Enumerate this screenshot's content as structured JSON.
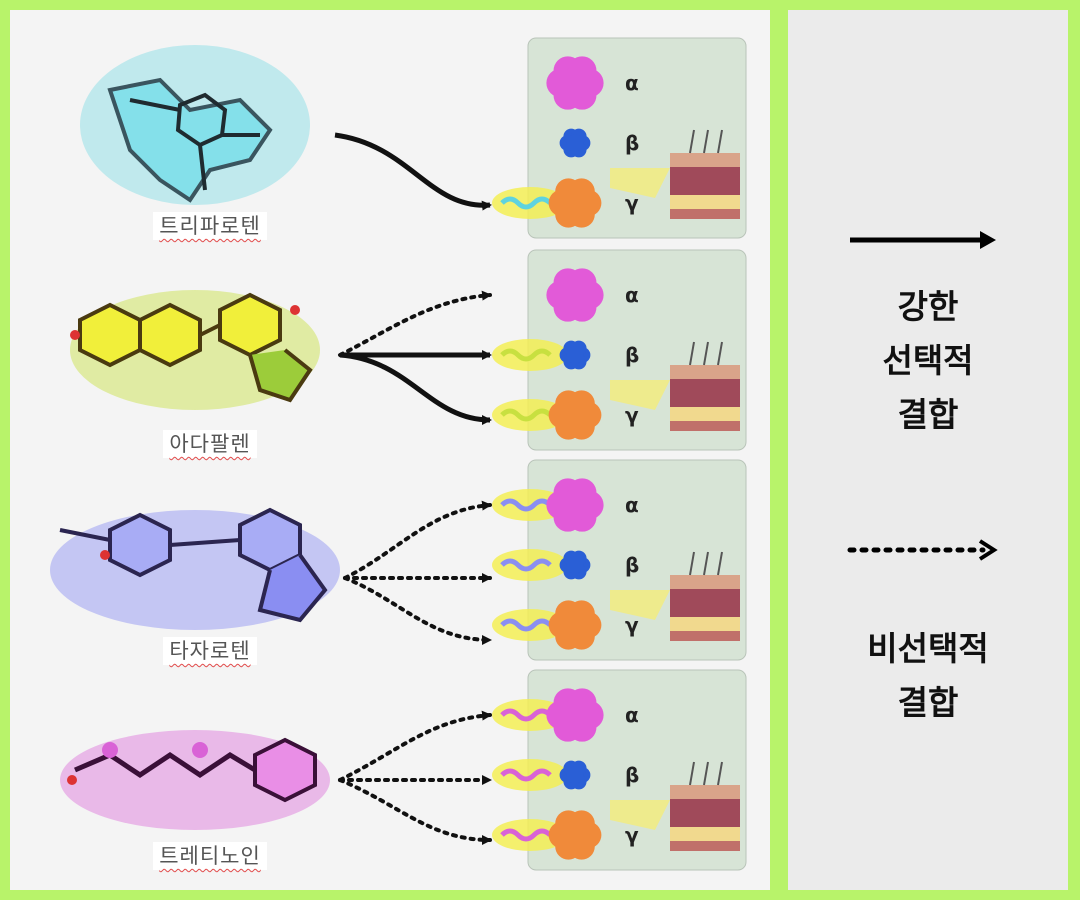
{
  "drugs": [
    {
      "name": "트리파로텐",
      "color": "#5fd3df",
      "binding": "strong-selective",
      "targets": [
        "γ"
      ]
    },
    {
      "name": "아다팔렌",
      "color": "#c8e040",
      "binding": "mixed",
      "targets": [
        "β",
        "γ"
      ]
    },
    {
      "name": "타자로텐",
      "color": "#8a8ef2",
      "binding": "non-selective",
      "targets": [
        "α",
        "β",
        "γ"
      ]
    },
    {
      "name": "트레티노인",
      "color": "#d962d6",
      "binding": "non-selective",
      "targets": [
        "α",
        "β",
        "γ"
      ]
    }
  ],
  "receptors": {
    "alpha": "α",
    "beta": "β",
    "gamma": "γ"
  },
  "legend": {
    "strong_label_line1": "강한",
    "strong_label_line2": "선택적",
    "strong_label_line3": "결합",
    "nonselective_label_line1": "비선택적",
    "nonselective_label_line2": "결합"
  },
  "colors": {
    "background_border": "#b8f36a",
    "receptor_alpha": "#e25ad8",
    "receptor_beta": "#2a5fd6",
    "receptor_gamma": "#f08a3a",
    "box_fill": "#d6e3d6"
  }
}
